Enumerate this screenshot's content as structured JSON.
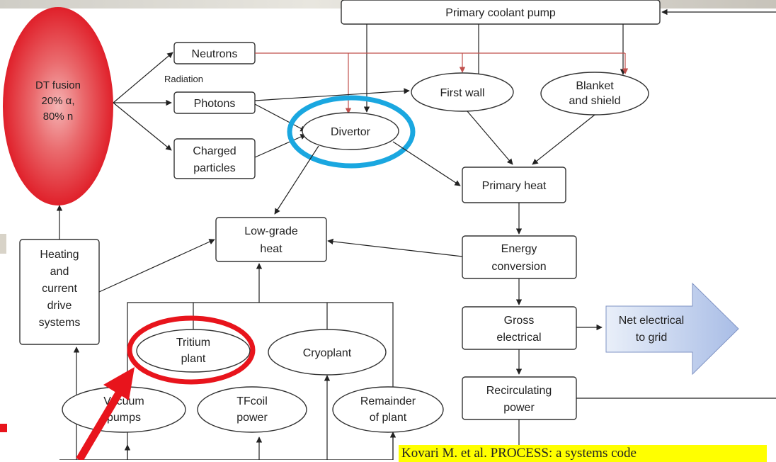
{
  "nodes": {
    "primary_coolant_pump": "Primary coolant pump",
    "fusion_line1": "DT fusion",
    "fusion_line2": "20% α,",
    "fusion_line3": "80% n",
    "neutrons": "Neutrons",
    "radiation": "Radiation",
    "photons": "Photons",
    "charged_line1": "Charged",
    "charged_line2": "particles",
    "first_wall": "First wall",
    "blanket_line1": "Blanket",
    "blanket_line2": "and shield",
    "divertor": "Divertor",
    "primary_heat": "Primary heat",
    "low_grade_line1": "Low-grade",
    "low_grade_line2": "heat",
    "energy_line1": "Energy",
    "energy_line2": "conversion",
    "heating_line1": "Heating",
    "heating_line2": "and",
    "heating_line3": "current",
    "heating_line4": "drive",
    "heating_line5": "systems",
    "gross_line1": "Gross",
    "gross_line2": "electrical",
    "net_line1": "Net electrical",
    "net_line2": "to grid",
    "tritium_line1": "Tritium",
    "tritium_line2": "plant",
    "cryoplant": "Cryoplant",
    "recirc_line1": "Recirculating",
    "recirc_line2": "power",
    "vacuum_line1": "Vacuum",
    "vacuum_line2": "pumps",
    "tfcoil_line1": "TFcoil",
    "tfcoil_line2": "power",
    "remainder_line1": "Remainder",
    "remainder_line2": "of plant"
  },
  "citation": "Kovari M. et al. PROCESS: a systems code",
  "colors": {
    "highlight_blue": "#1aa7e0",
    "highlight_red": "#e8141c",
    "neutron_flow": "#c0504d",
    "fusion_glow": "#e0202a",
    "grid_arrow": "#b8c9ea",
    "citation_bg": "#ffff00"
  }
}
